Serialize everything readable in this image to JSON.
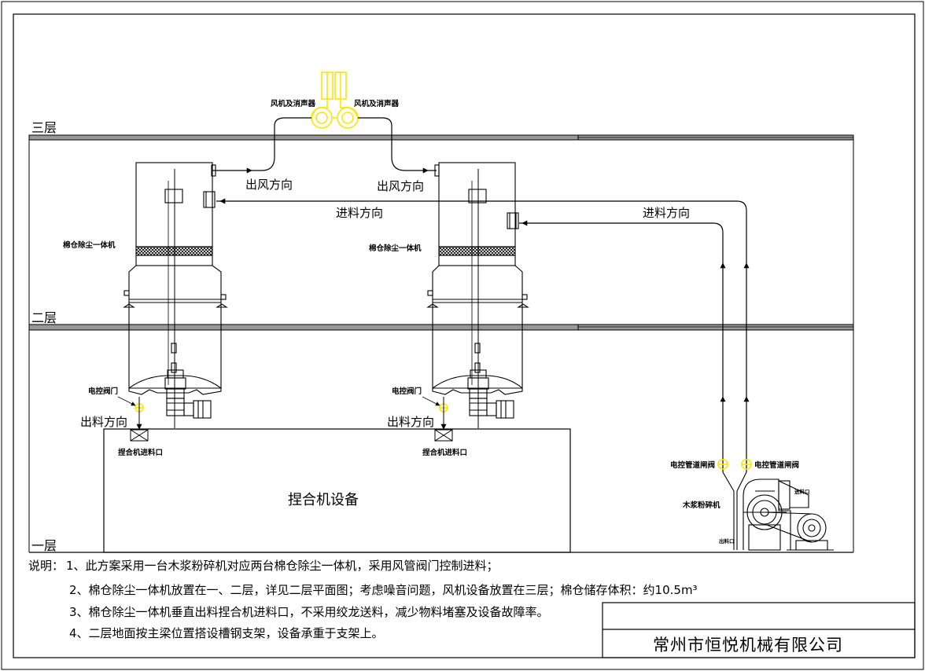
{
  "floors": {
    "third": "三层",
    "second": "二层",
    "first": "一层"
  },
  "labels": {
    "fan_left": "风机及消声器",
    "fan_right": "风机及消声器",
    "air_out_1": "出风方向",
    "air_out_2": "出风方向",
    "feed_in_1": "进料方向",
    "feed_in_2": "进料方向",
    "unit_left": "棉仓除尘一体机",
    "unit_right": "棉仓除尘一体机",
    "valve_left": "电控阀门",
    "valve_right": "电控阀门",
    "discharge_left": "出料方向",
    "discharge_right": "出料方向",
    "inlet_left": "捏合机进料口",
    "inlet_right": "捏合机进料口",
    "kneader": "捏合机设备",
    "pipe_valve_left": "电控管道闸阀",
    "pipe_valve_right": "电控管道闸阀",
    "crusher": "木浆粉碎机",
    "crusher_inlet": "进料口",
    "crusher_outlet": "出料口"
  },
  "notes": {
    "prefix": "说明：",
    "n1": "1、此方案采用一台木浆粉碎机对应两台棉仓除尘一体机，采用风管阀门控制进料；",
    "n2": "2、棉仓除尘一体机放置在一、二层，详见二层平面图；考虑噪音问题，风机设备放置在三层；棉仓储存体积：约10.5m³",
    "n3": "3、棉仓除尘一体机垂直出料捏合机进料口，不采用绞龙送料，减少物料堵塞及设备故障率。",
    "n4": "4、二层地面按主梁位置搭设槽钢支架，设备承重于支架上。"
  },
  "title_block": {
    "company": "常州市恒悦机械有限公司"
  },
  "colors": {
    "line": "#000000",
    "fan": "#ffee00",
    "valve": "#ffee00",
    "slab": "#999999"
  }
}
